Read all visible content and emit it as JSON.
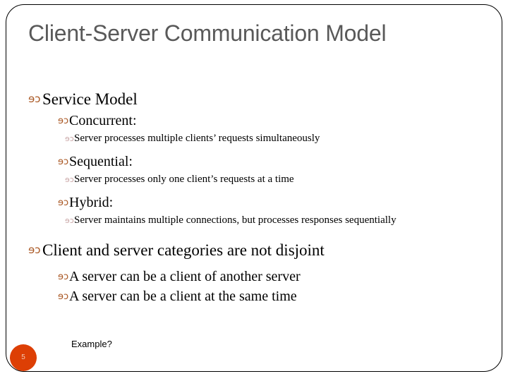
{
  "slide": {
    "title": "Client-Server Communication Model",
    "page_number": "5",
    "footer_note": "Example?",
    "colors": {
      "title_gray": "#595959",
      "bullet_level1": "#A85520",
      "bullet_level2": "#A85520",
      "bullet_level3": "#C9A5A5",
      "page_circle": "#DD3F05",
      "frame_border": "#000000",
      "body_text": "#000000"
    },
    "bullet_glyph": "ɘɔ",
    "content": [
      {
        "level": 1,
        "text": "Service Model"
      },
      {
        "level": 2,
        "text": "Concurrent:"
      },
      {
        "level": 3,
        "text": "Server processes multiple clients’ requests simultaneously"
      },
      {
        "level": 2,
        "text": "Sequential:"
      },
      {
        "level": 3,
        "text": "Server processes only one client’s requests at a time"
      },
      {
        "level": 2,
        "text": "Hybrid:"
      },
      {
        "level": 3,
        "text": "Server maintains multiple connections, but processes responses sequentially"
      },
      {
        "level": 1,
        "text": "Client and server categories are not disjoint"
      },
      {
        "level": 2,
        "text": "A server can be a client of another server"
      },
      {
        "level": 2,
        "text": "A server can be a client at the same time"
      }
    ]
  }
}
